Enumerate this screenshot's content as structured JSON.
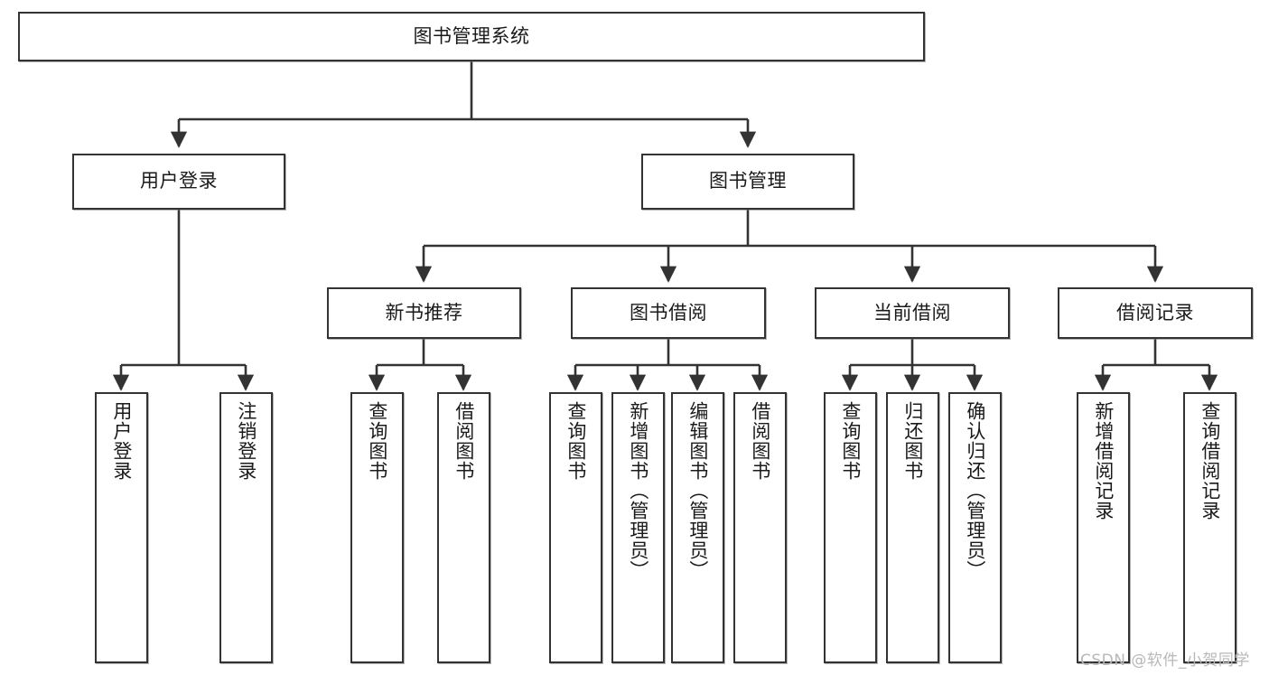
{
  "diagram": {
    "title": "图书管理系统",
    "type": "tree-hierarchy-chart",
    "watermark": "CSDN @软件_小贺同学",
    "colors": {
      "box_border": "#333333",
      "box_fill": "#ffffff",
      "connector": "#333333",
      "text": "#1a1a1a",
      "watermark": "#b8b8b8",
      "background": "#ffffff"
    }
  },
  "nodes": {
    "root": {
      "label": "图书管理系统"
    },
    "level2": [
      {
        "id": "user-login",
        "label": "用户登录"
      },
      {
        "id": "book-management",
        "label": "图书管理"
      }
    ],
    "level3": [
      {
        "id": "new-book-recommend",
        "label": "新书推荐"
      },
      {
        "id": "book-borrow",
        "label": "图书借阅"
      },
      {
        "id": "current-borrow",
        "label": "当前借阅"
      },
      {
        "id": "borrow-record",
        "label": "借阅记录"
      }
    ],
    "leaves": {
      "user_login": [
        {
          "id": "leaf-user-login",
          "label": "用户登录"
        },
        {
          "id": "leaf-logout-login",
          "label": "注销登录"
        }
      ],
      "new_book_recommend": [
        {
          "id": "leaf-query-book-1",
          "label": "查询图书"
        },
        {
          "id": "leaf-borrow-book-1",
          "label": "借阅图书"
        }
      ],
      "book_borrow": [
        {
          "id": "leaf-query-book-2",
          "label": "查询图书"
        },
        {
          "id": "leaf-add-book",
          "label": "新增图书（管理员）"
        },
        {
          "id": "leaf-edit-book",
          "label": "编辑图书（管理员）"
        },
        {
          "id": "leaf-borrow-book-2",
          "label": "借阅图书"
        }
      ],
      "current_borrow": [
        {
          "id": "leaf-query-book-3",
          "label": "查询图书"
        },
        {
          "id": "leaf-return-book",
          "label": "归还图书"
        },
        {
          "id": "leaf-confirm-return",
          "label": "确认归还（管理员）"
        }
      ],
      "borrow_record": [
        {
          "id": "leaf-add-record",
          "label": "新增借阅记录"
        },
        {
          "id": "leaf-query-record",
          "label": "查询借阅记录"
        }
      ]
    }
  }
}
